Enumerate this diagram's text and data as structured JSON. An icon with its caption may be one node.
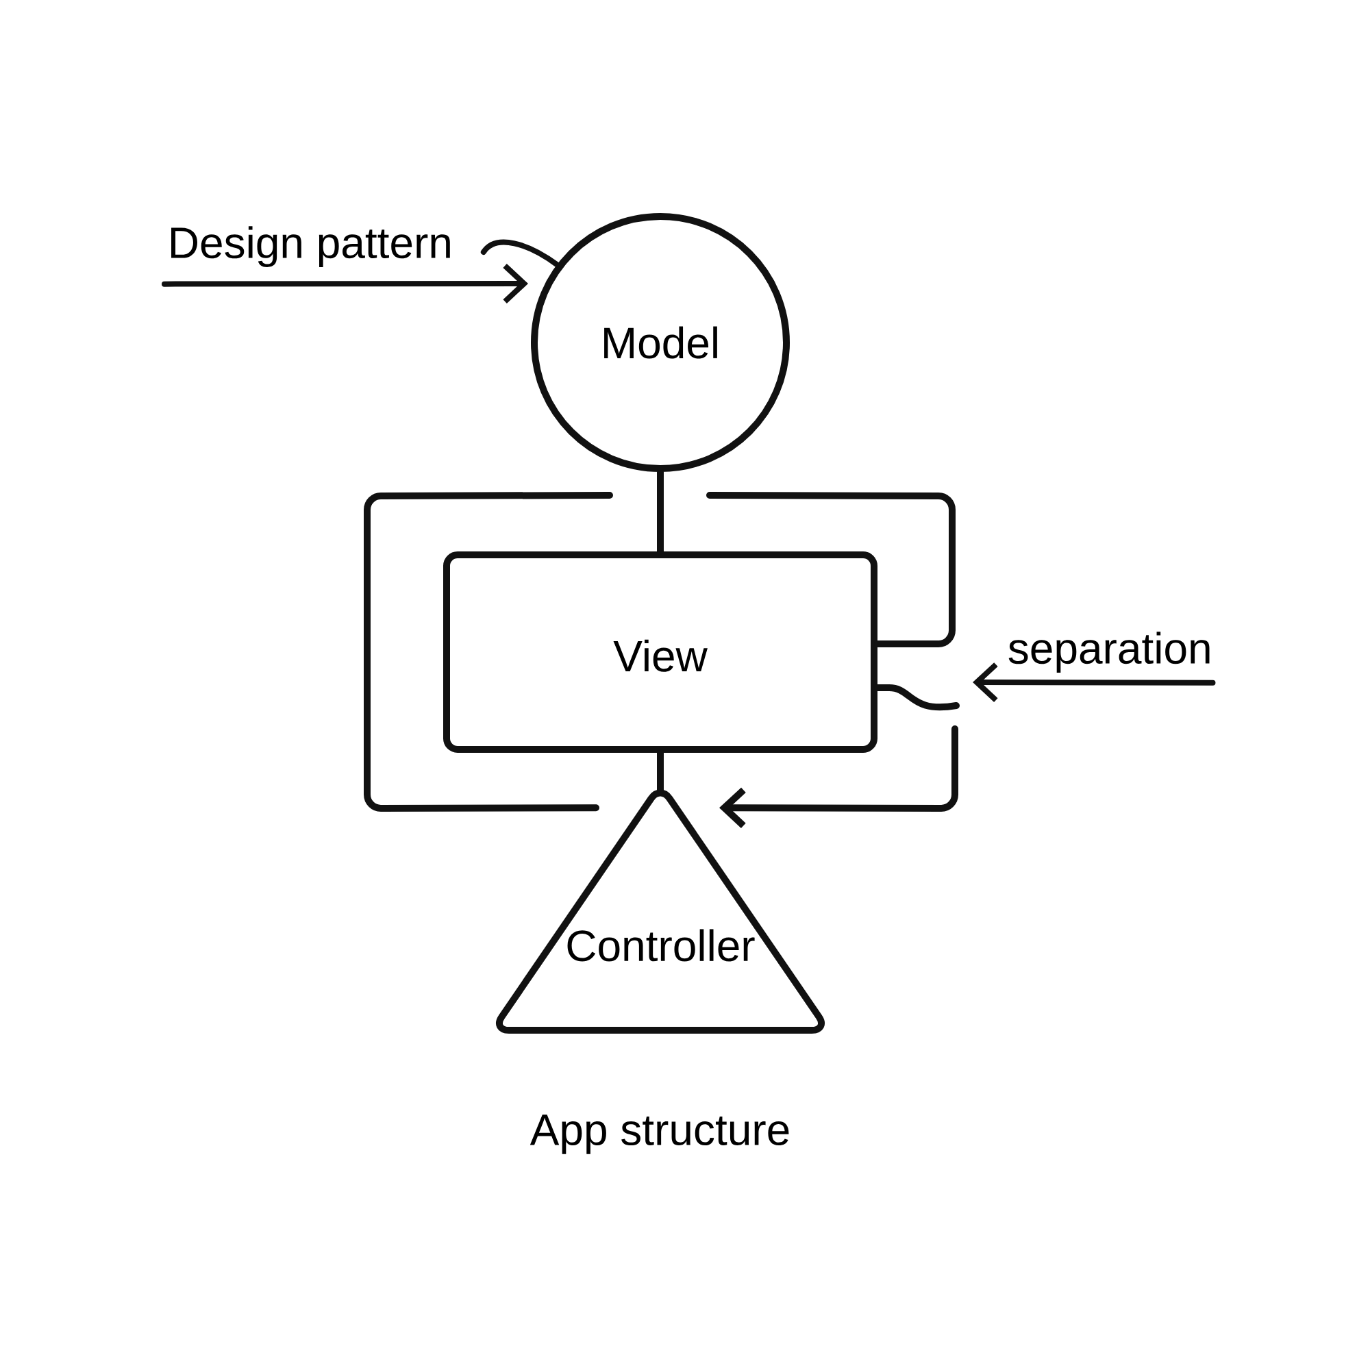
{
  "diagram": {
    "caption": "App structure",
    "nodes": [
      {
        "text": [
          "Design pattern"
        ]
      },
      {
        "text": [
          "Model"
        ]
      },
      {
        "text": [
          "View"
        ]
      },
      {
        "text": [
          "separation"
        ]
      },
      {
        "text": [
          "Controller"
        ]
      }
    ],
    "edges": [
      {
        "from": 0,
        "to": 1,
        "arrow": "none"
      },
      {
        "from": 0,
        "to": 1,
        "arrow": "to"
      },
      {
        "from": 1,
        "to": 2,
        "arrow": "none"
      },
      {
        "from": 1,
        "to": 4,
        "arrow": "none"
      },
      {
        "from": 1,
        "to": 2,
        "arrow": "none"
      },
      {
        "from": 3,
        "to": null,
        "arrow": "to"
      },
      {
        "from": 2,
        "to": null,
        "arrow": "none"
      },
      {
        "from": null,
        "to": 4,
        "arrow": "to"
      },
      {
        "from": 2,
        "to": 4,
        "arrow": "none"
      }
    ]
  }
}
